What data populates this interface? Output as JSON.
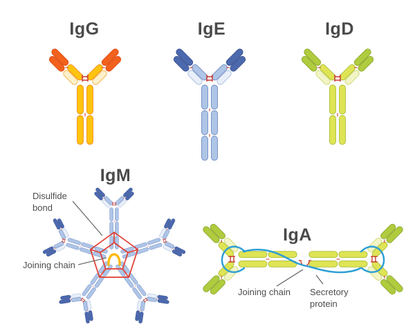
{
  "diagram": {
    "antibodies": {
      "igg": {
        "title": "IgG"
      },
      "ige": {
        "title": "IgE"
      },
      "igd": {
        "title": "IgD"
      },
      "igm": {
        "title": "IgM"
      },
      "iga": {
        "title": "IgA"
      }
    },
    "annotations": {
      "igm_disulfide": {
        "line1": "Disulfide",
        "line2": "bond"
      },
      "igm_joining_chain": "Joining chain",
      "iga_joining_chain": "Joining chain",
      "iga_secretory": {
        "line1": "Secretory",
        "line2": "protein"
      }
    },
    "colors": {
      "igg_body": "#FFC40F",
      "igg_tip": "#F2611D",
      "ige_body": "#AFC5E6",
      "ige_tip": "#4C69AE",
      "igd_body": "#DFE455",
      "igd_tip": "#B0CB3E",
      "disulfide_red": "#D23F38",
      "joining_chain_yellow": "#FDB913",
      "iga_joining_chain_red": "#D23F38",
      "secretory_blue": "#2E9FD4",
      "label_text": "#4D4D4D"
    }
  }
}
